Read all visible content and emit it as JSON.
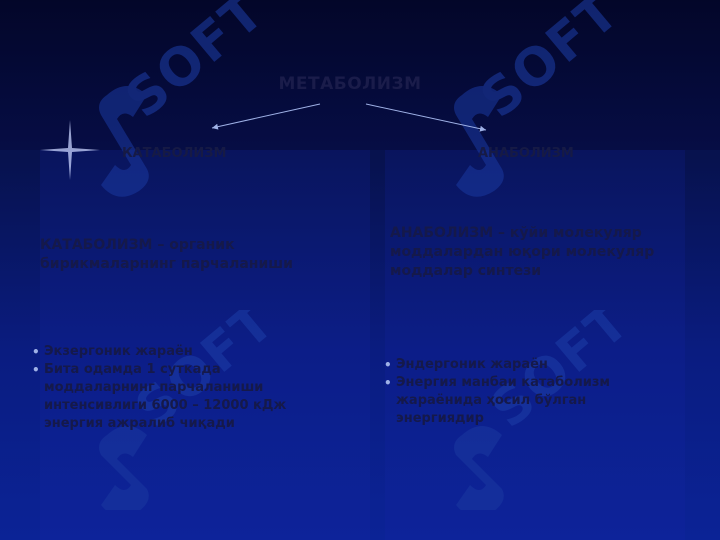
{
  "slide": {
    "title": "МЕТАБОЛИЗМ",
    "left": {
      "heading": "КАТАБОЛИЗМ",
      "definition": "КАТАБОЛИЗМ – органик бирикмаларнинг парчаланиши",
      "bullets": [
        "Экзергоник жараён",
        "Бита одамда 1 суткада моддаларнинг парчаланиши интенсивлиги 6000 – 12000 кДж энергия ажралиб чиқади"
      ]
    },
    "right": {
      "heading": "АНАБОЛИЗМ",
      "definition": "АНАБОЛИЗМ – кўйи молекуляр моддалардан юқори молекуляр моддалар синтези",
      "bullets": [
        "Эндергоник жараён",
        "Энергия манбаи катаболизм жараёнида ҳосил бўлган энергиядир"
      ]
    }
  },
  "watermark": {
    "text": "SOFT"
  },
  "colors": {
    "background": "#0a1c80",
    "text": "#15194a",
    "bullet": "#9fb1e6",
    "watermark": "#1d3ea8"
  }
}
